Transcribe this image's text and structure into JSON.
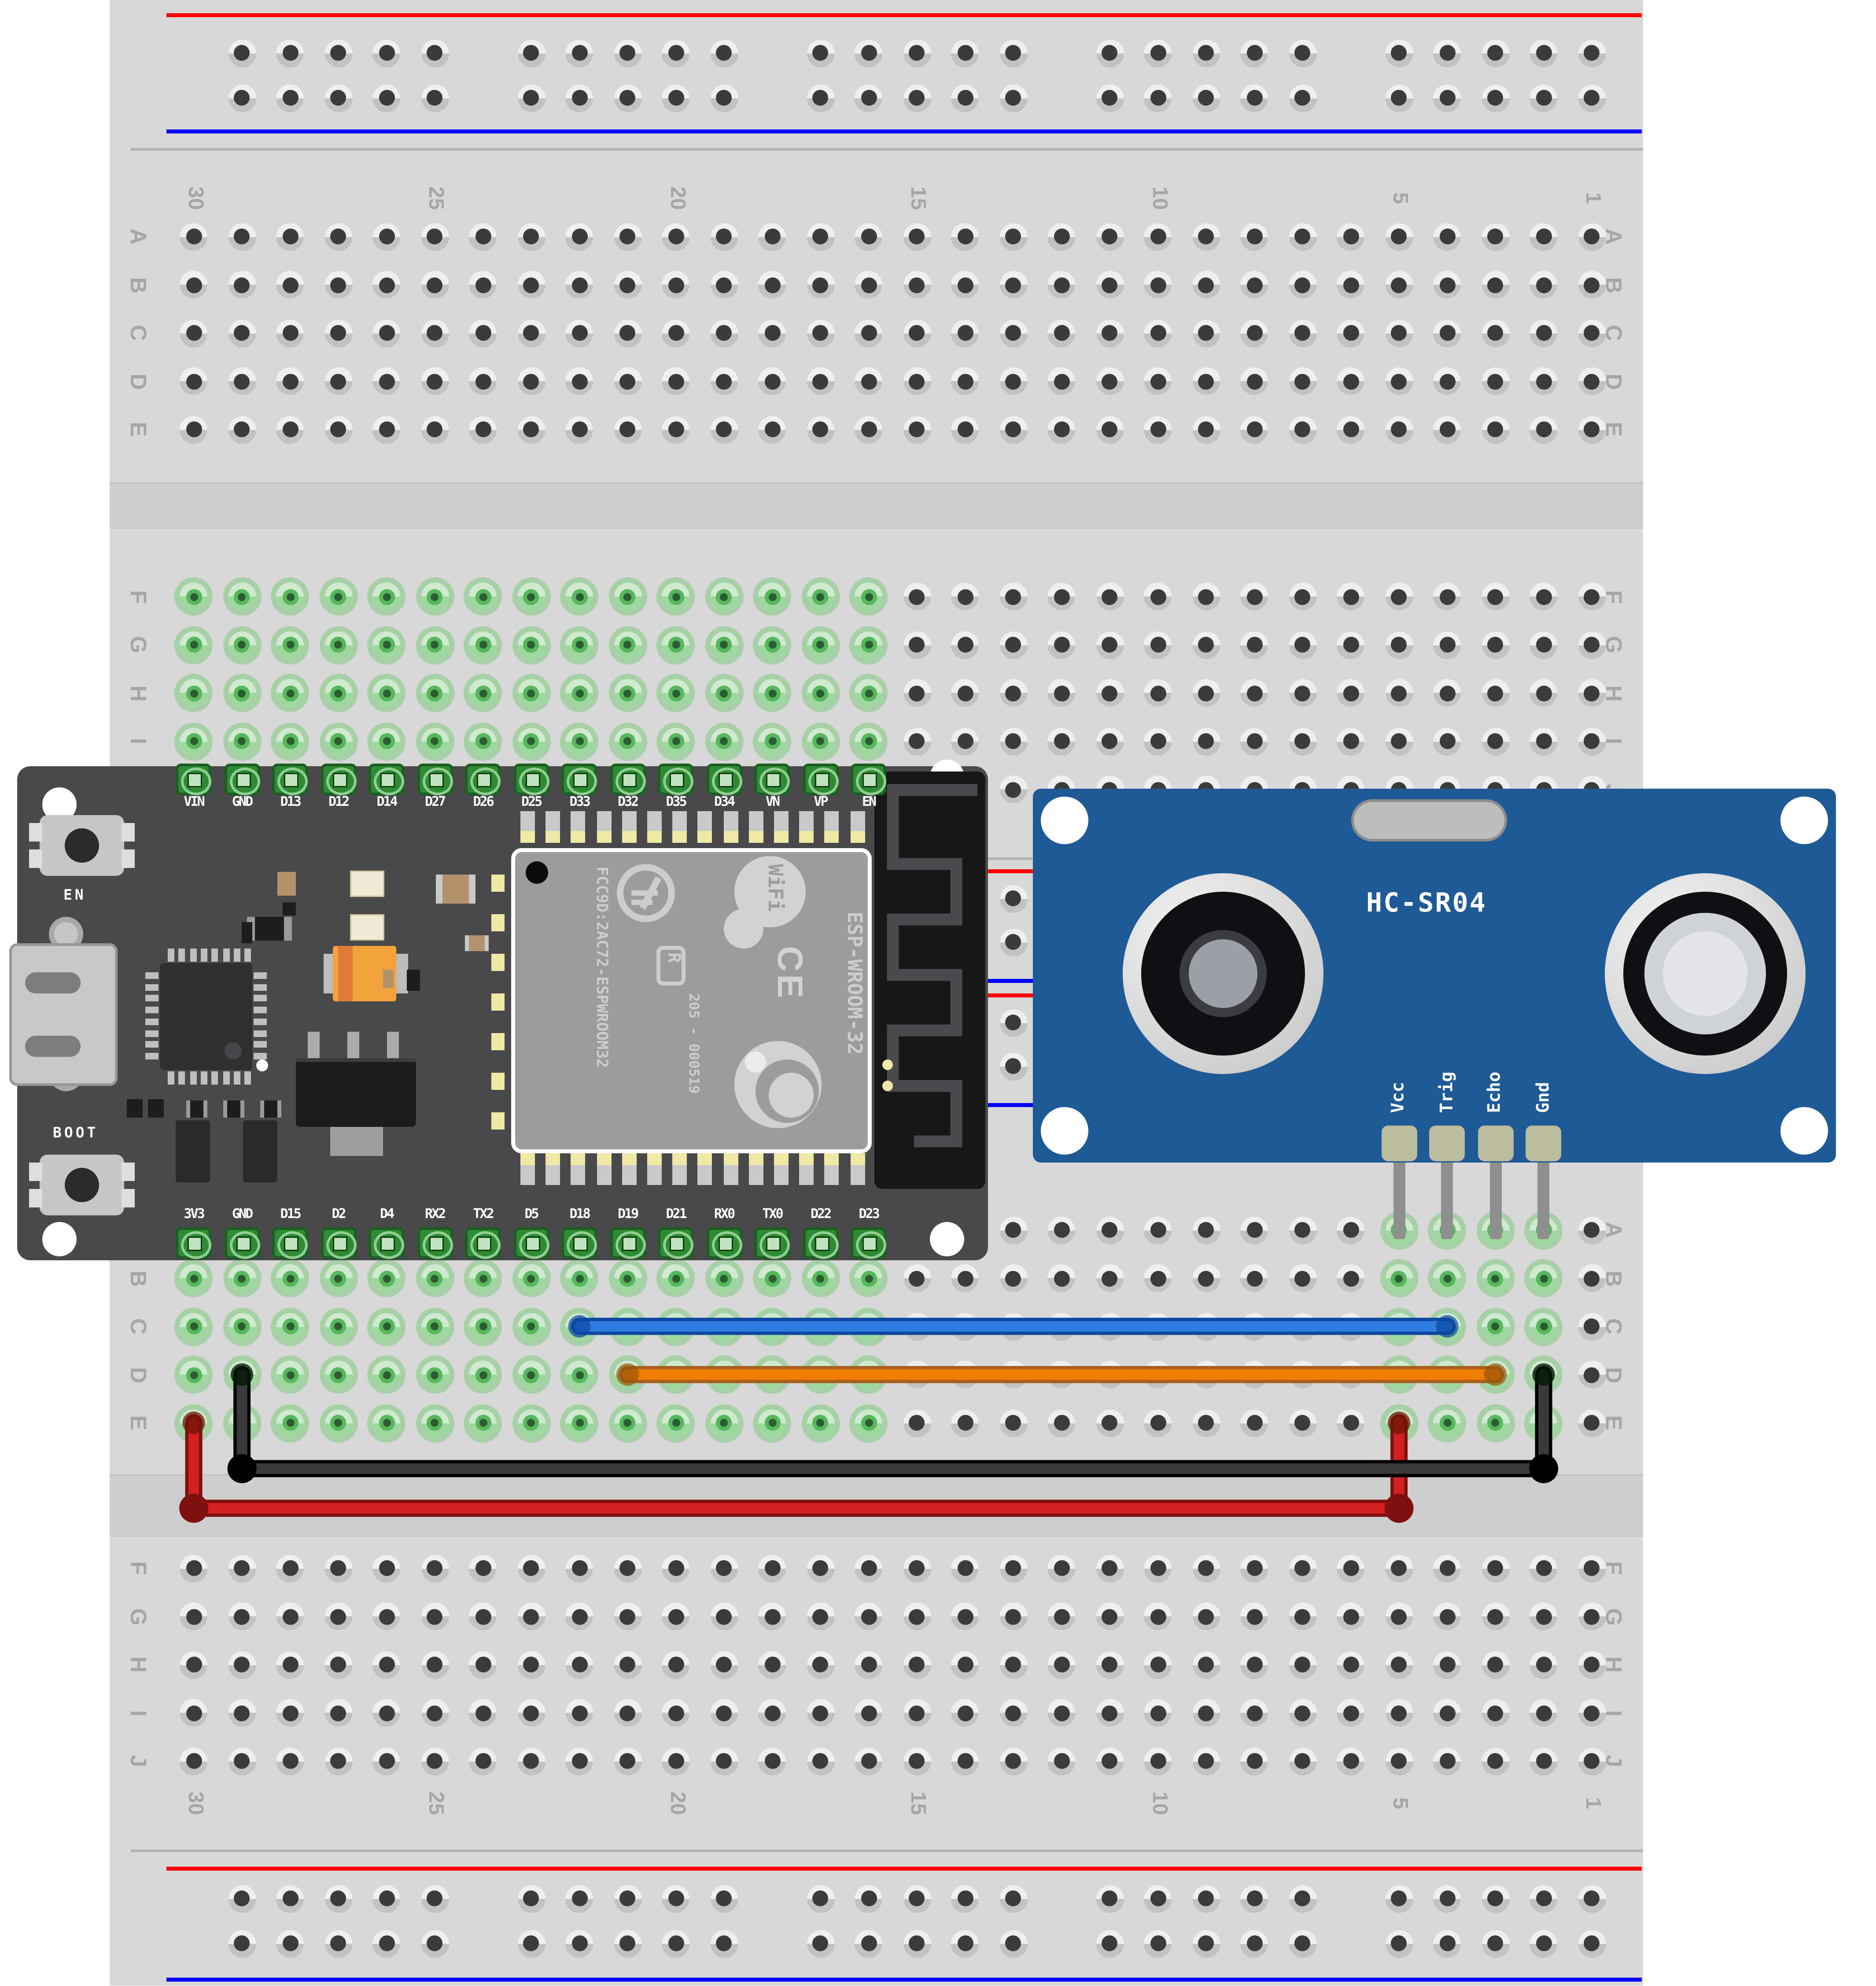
{
  "diagram": {
    "type": "fritzing-style breadboard wiring diagram",
    "boards": [
      "ESP32 dev module",
      "HC-SR04 ultrasonic sensor"
    ]
  },
  "breadboard": {
    "column_numbers": [
      "30",
      "25",
      "20",
      "15",
      "10",
      "5",
      "1"
    ],
    "row_letters_upper": [
      "A",
      "B",
      "C",
      "D",
      "E"
    ],
    "row_letters_lower": [
      "F",
      "G",
      "H",
      "I",
      "J"
    ]
  },
  "esp32": {
    "top_pin_labels": [
      "VIN",
      "GND",
      "D13",
      "D12",
      "D14",
      "D27",
      "D26",
      "D25",
      "D33",
      "D32",
      "D35",
      "D34",
      "VN",
      "VP",
      "EN"
    ],
    "bottom_pin_labels": [
      "3V3",
      "GND",
      "D15",
      "D2",
      "D4",
      "RX2",
      "TX2",
      "D5",
      "D18",
      "D19",
      "D21",
      "RX0",
      "TX0",
      "D22",
      "D23"
    ],
    "en_button_label": "EN",
    "boot_button_label": "BOOT",
    "module": {
      "fcc_text": "FCC9D:2AC72-ESPWROOM32",
      "model_text": "ESP-WROOM-32",
      "wifi_logo": "WiFi",
      "reg_mark": "R",
      "serial_text": "205 - 000519",
      "ce_mark": "CE"
    }
  },
  "hcsr04": {
    "title": "HC-SR04",
    "pin_labels": [
      "Vcc",
      "Trig",
      "Echo",
      "Gnd"
    ]
  },
  "wires": [
    {
      "color_name": "blue",
      "hex": "#2e7de0",
      "connects": "ESP32 D18 column row C to HC-SR04 Trig column row C"
    },
    {
      "color_name": "orange",
      "hex": "#f07d00",
      "connects": "ESP32 D19 column row D to HC-SR04 Echo column row D"
    },
    {
      "color_name": "red",
      "hex": "#d32020",
      "connects": "ESP32 3V3 column row E to HC-SR04 Vcc column row E"
    },
    {
      "color_name": "black",
      "hex": "#3a3a3a",
      "connects": "ESP32 GND column row D to HC-SR04 Gnd column row D"
    }
  ],
  "colors": {
    "breadboard": "#d8d8d8",
    "esp32_board": "#49494b",
    "esp32_module": "#9c9c9c",
    "hcsr04_pcb": "#1e5a96",
    "rail_red_line": "#ff0000",
    "rail_blue_line": "#0000ff",
    "connected_hole_green": "#57b75c",
    "wire_blue_core": "#2e7de0",
    "wire_blue_edge": "#0d47a1",
    "wire_orange_core": "#f07d00",
    "wire_orange_edge": "#a85f1e",
    "wire_red_core": "#d32020",
    "wire_red_edge": "#7f1010",
    "wire_black_core": "#3a3a3a",
    "wire_black_edge": "#000000"
  }
}
